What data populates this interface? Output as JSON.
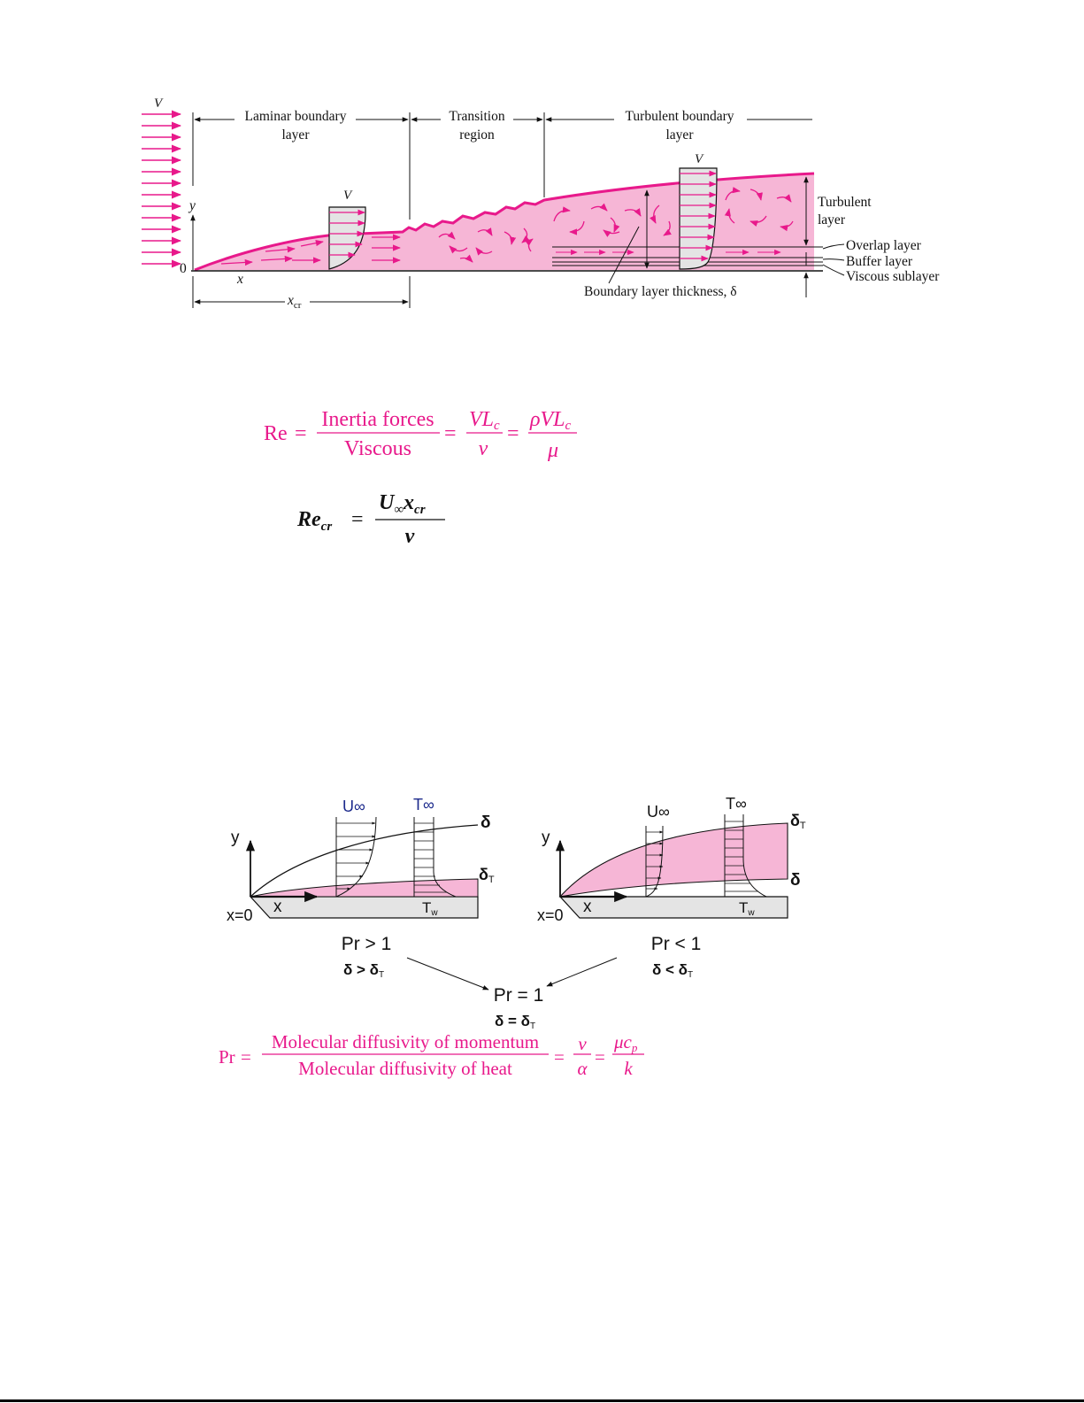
{
  "colors": {
    "magenta": "#e8198b",
    "pink_fill": "#f6b6d6",
    "navy": "#1c2a8c",
    "plate_gray": "#e4e4e4",
    "black": "#111111"
  },
  "boundary_layer": {
    "free_stream_label": "V",
    "regions": {
      "laminar": {
        "line1": "Laminar boundary",
        "line2": "layer"
      },
      "transition": {
        "line1": "Transition",
        "line2": "region"
      },
      "turbulent": {
        "line1": "Turbulent boundary",
        "line2": "layer"
      }
    },
    "profile_velocity_laminar": "V",
    "profile_velocity_turbulent": "V",
    "axis_y": "y",
    "axis_x": "x",
    "origin": "0",
    "x_cr": {
      "base": "x",
      "sub": "cr"
    },
    "layers": {
      "turbulent_line1": "Turbulent",
      "turbulent_line2": "layer",
      "overlap": "Overlap layer",
      "buffer": "Buffer layer",
      "viscous": "Viscous sublayer"
    },
    "thickness_label": "Boundary layer thickness, δ"
  },
  "reynolds_equation": {
    "lhs": "Re",
    "eq": "=",
    "num1": "Inertia forces",
    "den1": "Viscous",
    "num2_base": "VL",
    "num2_sub": "c",
    "den2": "v",
    "num3_base": "ρVL",
    "num3_sub": "c",
    "den3": "μ"
  },
  "critical_reynolds": {
    "lhs_base": "Re",
    "lhs_sub": "cr",
    "eq": "=",
    "num_u": "U",
    "num_u_sub": "∞",
    "num_x": "x",
    "num_x_sub": "cr",
    "den": "ν"
  },
  "prandtl_diagram": {
    "left": {
      "u_inf": "U∞",
      "t_inf": "T∞",
      "delta": "δ",
      "delta_t_base": "δ",
      "delta_t_sub": "T",
      "axis_y": "y",
      "axis_x": "x",
      "origin": "x=0",
      "t_wall_base": "T",
      "t_wall_sub": "w",
      "condition": "Pr > 1",
      "relation": "δ > δ",
      "relation_sub": "T"
    },
    "right": {
      "u_inf": "U∞",
      "t_inf": "T∞",
      "delta": "δ",
      "delta_t_base": "δ",
      "delta_t_sub": "T",
      "axis_y": "y",
      "axis_x": "x",
      "origin": "x=0",
      "t_wall_base": "T",
      "t_wall_sub": "w",
      "condition": "Pr < 1",
      "relation": "δ < δ",
      "relation_sub": "T"
    },
    "center": {
      "condition": "Pr = 1",
      "relation": "δ = δ",
      "relation_sub": "T"
    }
  },
  "prandtl_equation": {
    "lhs": "Pr",
    "eq": "=",
    "num1": "Molecular diffusivity of momentum",
    "den1": "Molecular diffusivity of heat",
    "num2": "ν",
    "den2": "α",
    "num3_base": "μc",
    "num3_sub": "p",
    "den3": "k"
  }
}
